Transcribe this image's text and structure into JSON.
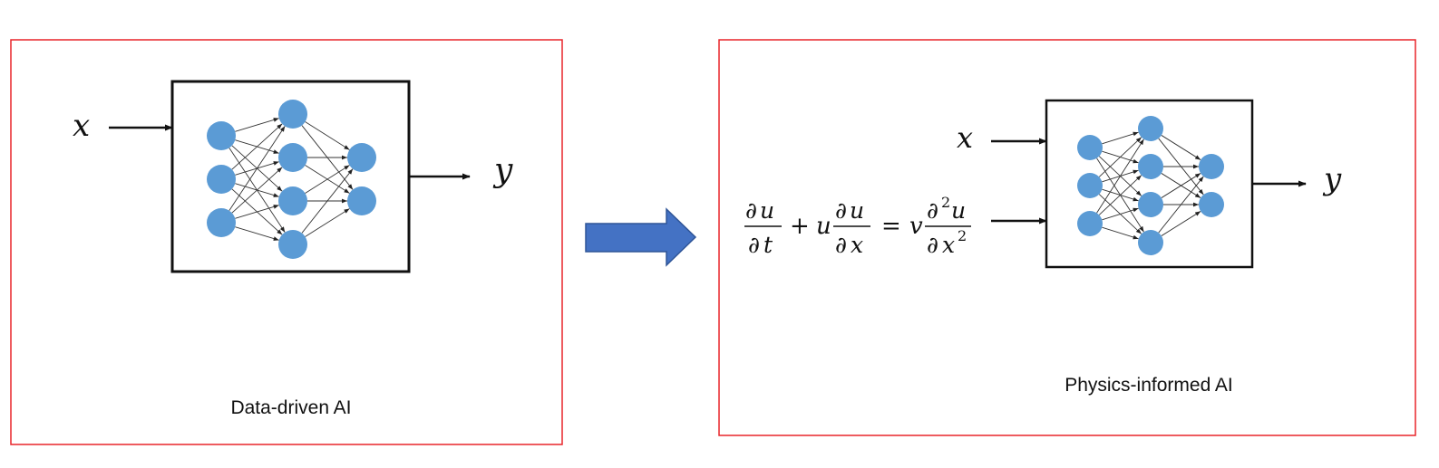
{
  "colors": {
    "panel_border": "#e8252a",
    "node_fill": "#5b9bd5",
    "arrow_fill": "#4472c4",
    "arrow_stroke": "#2f5597",
    "ink": "#111111"
  },
  "left_panel": {
    "caption": "Data-driven AI",
    "input_symbol": "x",
    "output_symbol": "y",
    "network_layers": [
      3,
      4,
      2
    ]
  },
  "right_panel": {
    "caption": "Physics-informed AI",
    "input_symbol": "x",
    "output_symbol": "y",
    "network_layers": [
      3,
      4,
      2
    ],
    "equation": {
      "partial": "∂",
      "u": "u",
      "t": "t",
      "x": "x",
      "v": "v",
      "squared": "2",
      "plus": "+",
      "equals": "="
    }
  },
  "transition_arrow_icon": "block-right-arrow-icon"
}
